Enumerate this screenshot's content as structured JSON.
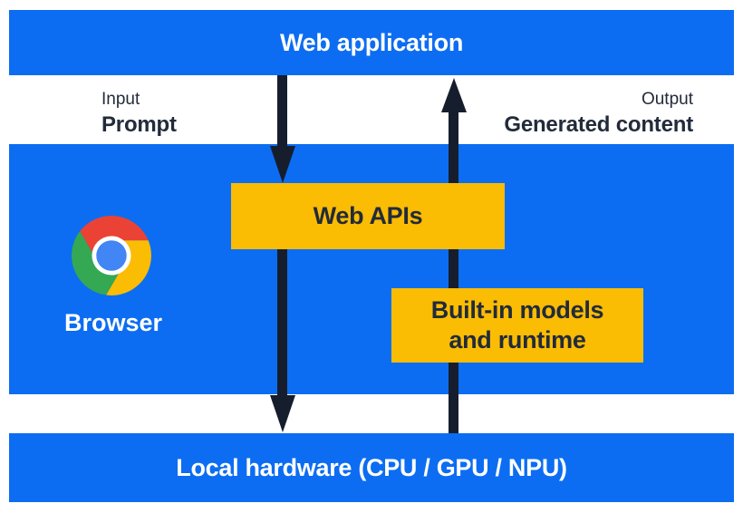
{
  "colors": {
    "page-bg": "#ffffff",
    "band-blue": "#0C6DF2",
    "box-yellow": "#FBBC04",
    "arrow-dark": "#161E2E",
    "text-dark": "#222B3A",
    "text-light": "#ffffff",
    "chrome-red": "#EA4335",
    "chrome-yellow": "#FBBC04",
    "chrome-green": "#34A853",
    "chrome-blue": "#4285F4"
  },
  "top_band": {
    "label": "Web application"
  },
  "io_labels": {
    "input_caption": "Input",
    "input_value": "Prompt",
    "output_caption": "Output",
    "output_value": "Generated content"
  },
  "browser_band": {
    "browser_label": "Browser",
    "web_apis_label": "Web APIs",
    "builtin_models_line1": "Built-in models",
    "builtin_models_line2": "and runtime"
  },
  "hardware_band": {
    "label": "Local hardware (CPU / GPU / NPU)"
  },
  "icons": {
    "chrome_logo": "chrome-browser-logo"
  }
}
